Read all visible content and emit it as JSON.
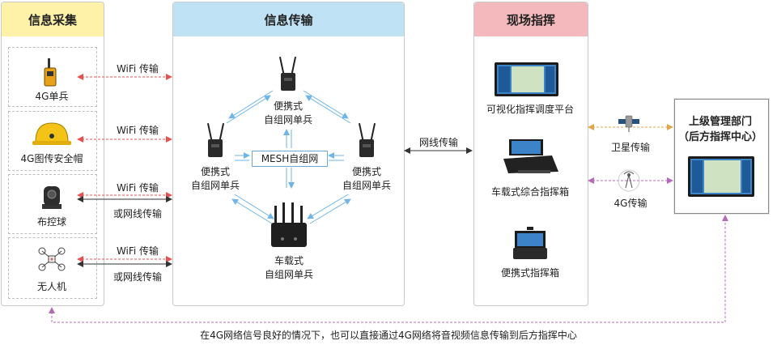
{
  "colors": {
    "collect_head": "#fdf2a8",
    "transmit_head": "#bfe2f5",
    "command_head": "#f4b9bc",
    "wifi_arrow": "#e8514f",
    "wire_arrow": "#333333",
    "mesh_arrow": "#6fb6e6",
    "cellular_arrow": "#b569b8",
    "satellite_arrow": "#e0a74a"
  },
  "panels": {
    "collect_title": "信息采集",
    "transmit_title": "信息传输",
    "command_title": "现场指挥"
  },
  "collect": {
    "items": [
      {
        "label": "4G单兵",
        "icon": "walkie-talkie-icon"
      },
      {
        "label": "4G图传安全帽",
        "icon": "helmet-icon"
      },
      {
        "label": "布控球",
        "icon": "ptz-camera-icon"
      },
      {
        "label": "无人机",
        "icon": "drone-icon"
      }
    ]
  },
  "links": {
    "wifi_1": "WiFi 传输",
    "wifi_2": "WiFi 传输",
    "wifi_3": "WiFi 传输",
    "wired_3": "或网线传输",
    "wifi_4": "WiFi 传输",
    "wired_4": "或网线传输",
    "wired_mid": "网线传输",
    "satellite": "卫星传输",
    "cellular": "4G传输"
  },
  "transmit": {
    "mesh_label": "MESH自组网",
    "top_node": [
      "便携式",
      "自组网单兵"
    ],
    "left_node": [
      "便携式",
      "自组网单兵"
    ],
    "right_node": [
      "便携式",
      "自组网单兵"
    ],
    "bottom_node": [
      "车载式",
      "自组网单兵"
    ]
  },
  "command": {
    "items": [
      {
        "label": "可视化指挥调度平台",
        "icon": "dispatch-platform-icon"
      },
      {
        "label": "车载式综合指挥箱",
        "icon": "vehicle-command-box-icon"
      },
      {
        "label": "便携式指挥箱",
        "icon": "portable-command-box-icon"
      }
    ]
  },
  "hq": {
    "title": "上级管理部门",
    "subtitle": "（后方指挥中心）"
  },
  "footer_note": "在4G网络信号良好的情况下，也可以直接通过4G网络将音视频信息传输到后方指挥中心"
}
